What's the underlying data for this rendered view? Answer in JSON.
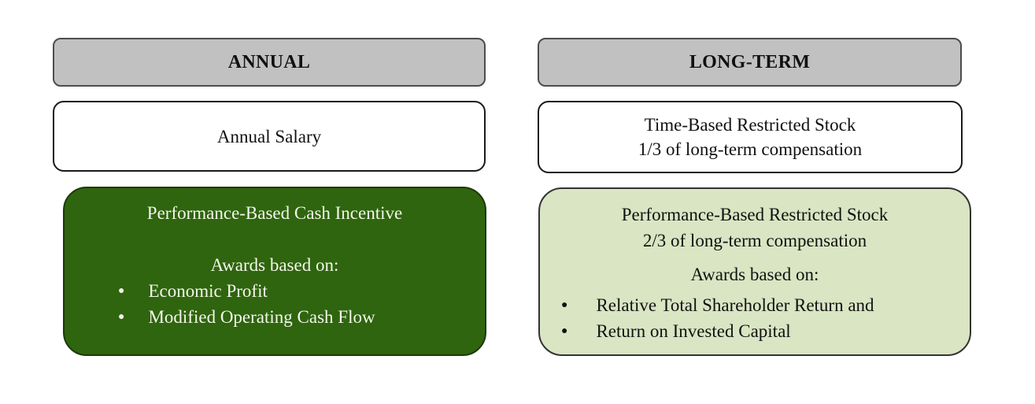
{
  "annual": {
    "header": "ANNUAL",
    "salary_box": {
      "text": "Annual Salary"
    },
    "cash_incentive_box": {
      "title": "Performance-Based Cash Incentive",
      "awards_label": "Awards based on:",
      "bullets": [
        "Economic Profit",
        "Modified Operating Cash Flow"
      ]
    }
  },
  "long_term": {
    "header": "LONG-TERM",
    "time_based_box": {
      "line1": "Time-Based Restricted Stock",
      "line2": "1/3 of long-term compensation"
    },
    "performance_stock_box": {
      "line1": "Performance-Based Restricted Stock",
      "line2": "2/3 of long-term compensation",
      "awards_label": "Awards based on:",
      "bullets": [
        "Relative Total Shareholder Return and",
        "Return on Invested Capital"
      ]
    }
  },
  "icons": {
    "bullet_dot": "●"
  },
  "colors": {
    "header_bg": "#c1c1c1",
    "header_border": "#4d4d4d",
    "box_border": "#1a1a1a",
    "dark_green_bg": "#2e650e",
    "dark_green_border": "#1c3a07",
    "dark_green_text": "#f5f5ea",
    "light_green_bg": "#d9e5c3",
    "text": "#111111",
    "page_bg": "#ffffff"
  }
}
